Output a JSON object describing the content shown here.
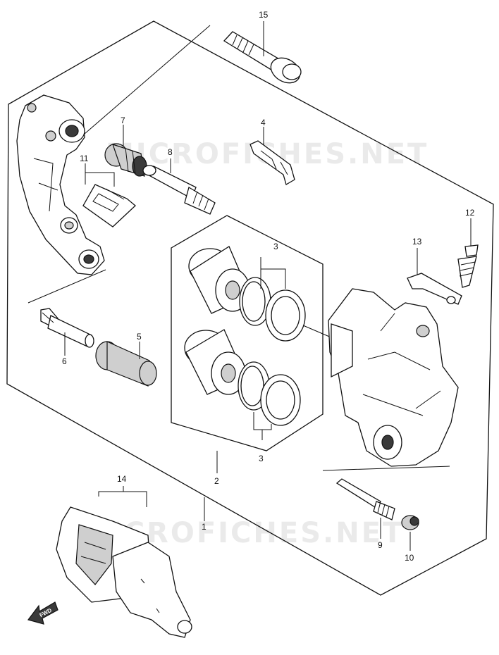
{
  "watermark": "MICROFICHES.NET",
  "direction_label": "FWD",
  "parts": {
    "p1": "1",
    "p2": "2",
    "p3a": "3",
    "p3b": "3",
    "p4": "4",
    "p5": "5",
    "p6": "6",
    "p7": "7",
    "p8": "8",
    "p9": "9",
    "p10": "10",
    "p11": "11",
    "p12": "12",
    "p13": "13",
    "p14": "14",
    "p15": "15"
  }
}
